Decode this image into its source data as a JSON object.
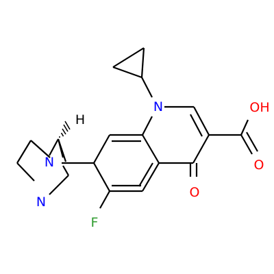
{
  "molecule": {
    "atoms": {
      "n1": "N",
      "n_bicyclic": "N",
      "nh": "N",
      "h_stereo": "H",
      "f": "F",
      "o_keto": "O",
      "o_acid": "O",
      "oh": "OH"
    }
  },
  "colors": {
    "bond": "#000000",
    "nitrogen": "#0000ff",
    "oxygen": "#ff0000",
    "fluorine": "#2e9b2e",
    "hydrogen": "#000000"
  }
}
